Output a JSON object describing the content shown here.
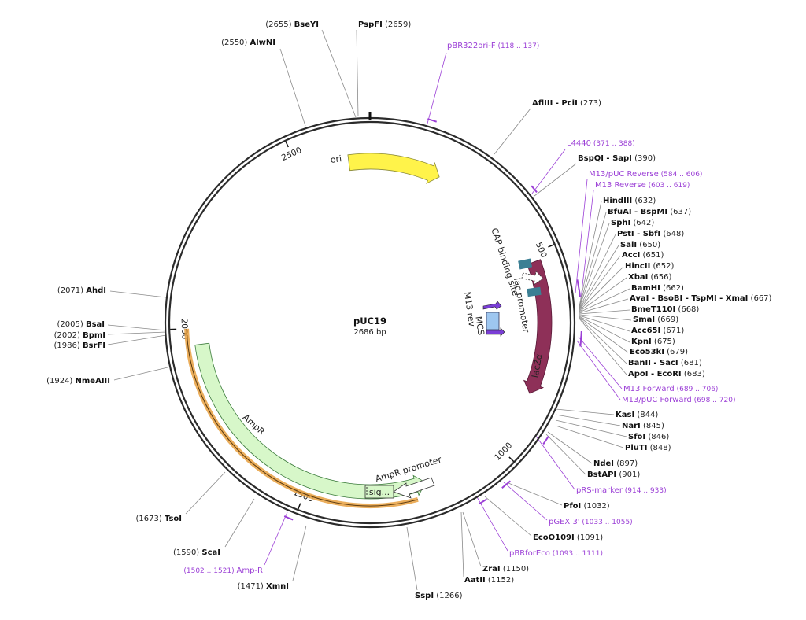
{
  "plasmid": {
    "name": "pUC19",
    "size_label": "2686 bp",
    "length": 2686
  },
  "colors": {
    "backbone": "#2b2b2b",
    "primer": "#9b3fd6",
    "ori": "#fff34a",
    "ampr": "#d7f7c9",
    "lacz": "#8e3058",
    "cap": "#3b7f94",
    "mcs": "#9ec7f0",
    "m13": "#7a3ed6",
    "ampr_orf": "#e8a040"
  },
  "ticks": [
    {
      "pos": 500,
      "label": "500"
    },
    {
      "pos": 1000,
      "label": "1000"
    },
    {
      "pos": 1500,
      "label": "1500"
    },
    {
      "pos": 2000,
      "label": "2000"
    },
    {
      "pos": 2500,
      "label": "2500"
    }
  ],
  "features": [
    {
      "id": "ori",
      "label": "ori",
      "start": 2630,
      "end": 190,
      "strand": 1
    },
    {
      "id": "lacz",
      "label": "lacZα",
      "start": 520,
      "end": 850,
      "strand": 1
    },
    {
      "id": "ampr",
      "label": "AmpR",
      "start": 1200,
      "end": 1960,
      "strand": -1
    },
    {
      "id": "ampr-promoter",
      "label": "AmpR promoter",
      "start": 1123,
      "end": 1228
    },
    {
      "id": "sig",
      "label": "sig..."
    },
    {
      "id": "cap-site",
      "label": "CAP binding site"
    },
    {
      "id": "lac-promoter",
      "label": "lac promoter"
    },
    {
      "id": "mcs",
      "label": "MCS"
    },
    {
      "id": "m13-rev",
      "label": "M13 rev"
    }
  ],
  "enzymes": [
    {
      "name": "PspFI",
      "pos": "(2659)"
    },
    {
      "name": "BseYI",
      "pos": "(2655)"
    },
    {
      "name": "AlwNI",
      "pos": "(2550)"
    },
    {
      "name": "AflIII - PciI",
      "pos": "(273)"
    },
    {
      "name": "BspQI - SapI",
      "pos": "(390)"
    },
    {
      "name": "HindIII",
      "pos": "(632)"
    },
    {
      "name": "BfuAI - BspMI",
      "pos": "(637)"
    },
    {
      "name": "SphI",
      "pos": "(642)"
    },
    {
      "name": "PstI - SbfI",
      "pos": "(648)"
    },
    {
      "name": "SalI",
      "pos": "(650)"
    },
    {
      "name": "AccI",
      "pos": "(651)"
    },
    {
      "name": "HincII",
      "pos": "(652)"
    },
    {
      "name": "XbaI",
      "pos": "(656)"
    },
    {
      "name": "BamHI",
      "pos": "(662)"
    },
    {
      "name": "AvaI - BsoBI - TspMI - XmaI",
      "pos": "(667)"
    },
    {
      "name": "BmeT110I",
      "pos": "(668)"
    },
    {
      "name": "SmaI",
      "pos": "(669)"
    },
    {
      "name": "Acc65I",
      "pos": "(671)"
    },
    {
      "name": "KpnI",
      "pos": "(675)"
    },
    {
      "name": "Eco53kI",
      "pos": "(679)"
    },
    {
      "name": "BanII - SacI",
      "pos": "(681)"
    },
    {
      "name": "ApoI - EcoRI",
      "pos": "(683)"
    },
    {
      "name": "KasI",
      "pos": "(844)"
    },
    {
      "name": "NarI",
      "pos": "(845)"
    },
    {
      "name": "SfoI",
      "pos": "(846)"
    },
    {
      "name": "PluTI",
      "pos": "(848)"
    },
    {
      "name": "NdeI",
      "pos": "(897)"
    },
    {
      "name": "BstAPI",
      "pos": "(901)"
    },
    {
      "name": "PfoI",
      "pos": "(1032)"
    },
    {
      "name": "EcoO109I",
      "pos": "(1091)"
    },
    {
      "name": "ZraI",
      "pos": "(1150)"
    },
    {
      "name": "AatII",
      "pos": "(1152)"
    },
    {
      "name": "SspI",
      "pos": "(1266)"
    },
    {
      "name": "XmnI",
      "pos": "(1471)"
    },
    {
      "name": "ScaI",
      "pos": "(1590)"
    },
    {
      "name": "TsoI",
      "pos": "(1673)"
    },
    {
      "name": "NmeAIII",
      "pos": "(1924)"
    },
    {
      "name": "BsrFI",
      "pos": "(1986)"
    },
    {
      "name": "BpmI",
      "pos": "(2002)"
    },
    {
      "name": "BsaI",
      "pos": "(2005)"
    },
    {
      "name": "AhdI",
      "pos": "(2071)"
    }
  ],
  "primers": [
    {
      "name": "pBR322ori-F",
      "range": "(118 .. 137)"
    },
    {
      "name": "L4440",
      "range": "(371 .. 388)"
    },
    {
      "name": "M13/pUC Reverse",
      "range": "(584 .. 606)"
    },
    {
      "name": "M13 Reverse",
      "range": "(603 .. 619)"
    },
    {
      "name": "M13 Forward",
      "range": "(689 .. 706)"
    },
    {
      "name": "M13/pUC Forward",
      "range": "(698 .. 720)"
    },
    {
      "name": "pRS-marker",
      "range": "(914 .. 933)"
    },
    {
      "name": "pGEX 3'",
      "range": "(1033 .. 1055)"
    },
    {
      "name": "pBRforEco",
      "range": "(1093 .. 1111)"
    },
    {
      "name": "Amp-R",
      "range": "(1502 .. 1521)"
    }
  ]
}
